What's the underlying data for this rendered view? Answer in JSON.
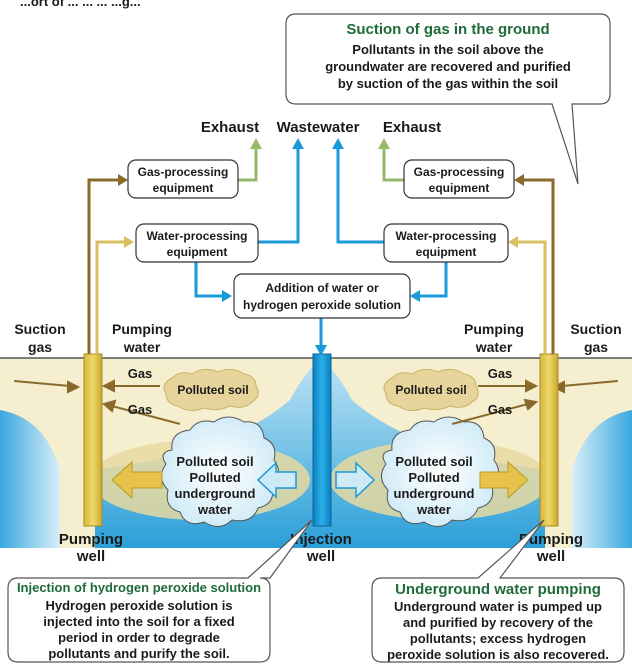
{
  "header_partial": "...ort of ... ... ... ...g...",
  "callouts": {
    "top_right": {
      "title": "Suction of gas in the ground",
      "lines": [
        "Pollutants in the soil above the",
        "groundwater are recovered and purified",
        "by suction of the gas within the soil"
      ]
    },
    "bottom_left": {
      "title": "Injection of hydrogen peroxide solution",
      "lines": [
        "Hydrogen peroxide solution is",
        "injected into the soil for a fixed",
        "period in order to degrade",
        "pollutants and purify the soil."
      ]
    },
    "bottom_right": {
      "title": "Underground water pumping",
      "lines": [
        "Underground water is pumped up",
        "and purified by recovery of the",
        "pollutants; excess hydrogen",
        "peroxide solution is also recovered."
      ]
    }
  },
  "outputs": {
    "exhaust_left": "Exhaust",
    "wastewater": "Wastewater",
    "exhaust_right": "Exhaust"
  },
  "boxes": {
    "gas_left": [
      "Gas-processing",
      "equipment"
    ],
    "gas_right": [
      "Gas-processing",
      "equipment"
    ],
    "water_left": [
      "Water-processing",
      "equipment"
    ],
    "water_right": [
      "Water-processing",
      "equipment"
    ],
    "addition": [
      "Addition of water or",
      "hydrogen peroxide solution"
    ]
  },
  "side_labels": {
    "suction_gas_left": [
      "Suction",
      "gas"
    ],
    "pumping_water_left": [
      "Pumping",
      "water"
    ],
    "pumping_water_right": [
      "Pumping",
      "water"
    ],
    "suction_gas_right": [
      "Suction",
      "gas"
    ]
  },
  "ground": {
    "gas": "Gas",
    "polluted_soil": "Polluted soil",
    "cloud_lines": [
      "Polluted soil",
      "Polluted",
      "underground",
      "water"
    ]
  },
  "wells": {
    "pumping_left": [
      "Pumping",
      "well"
    ],
    "injection": [
      "Injection",
      "well"
    ],
    "pumping_right": [
      "Pumping",
      "well"
    ]
  },
  "colors": {
    "pipe_gas": "#8a6a2a",
    "pipe_water": "#d8c060",
    "pipe_exhaust": "#93b96a",
    "pipe_blue": "#1a9ad6",
    "soil": "#f6efcf",
    "polluted": "#e8d9a0",
    "callout_title_green": "#1f6b3a"
  }
}
